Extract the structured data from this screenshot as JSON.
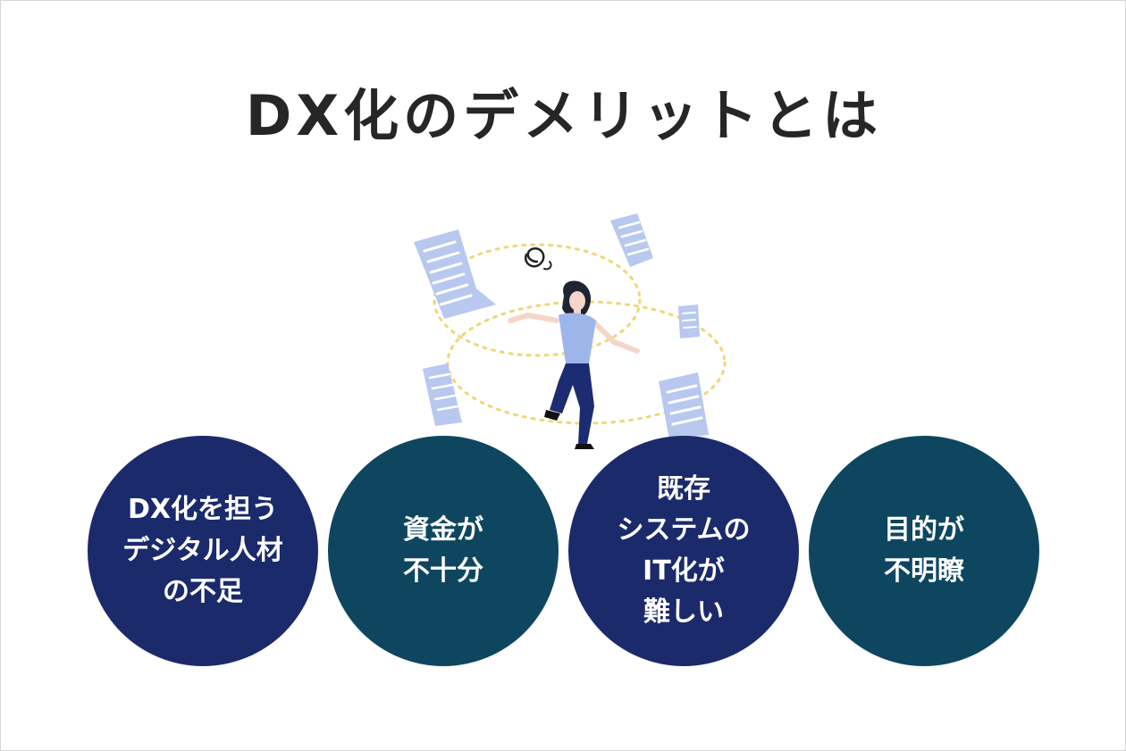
{
  "title": "DX化のデメリットとは",
  "items": [
    {
      "label": "DX化を担う\nデジタル人材\nの不足"
    },
    {
      "label": "資金が\n不十分"
    },
    {
      "label": "既存\nシステムの\nIT化が\n難しい"
    },
    {
      "label": "目的が\n不明瞭"
    }
  ],
  "colors": {
    "title_text": "#262626",
    "circle_navy": "#1b2a6b",
    "circle_teal": "#0e4660",
    "paper_blue": "#b9c8ef",
    "dotted_orbit": "#f0d775"
  }
}
